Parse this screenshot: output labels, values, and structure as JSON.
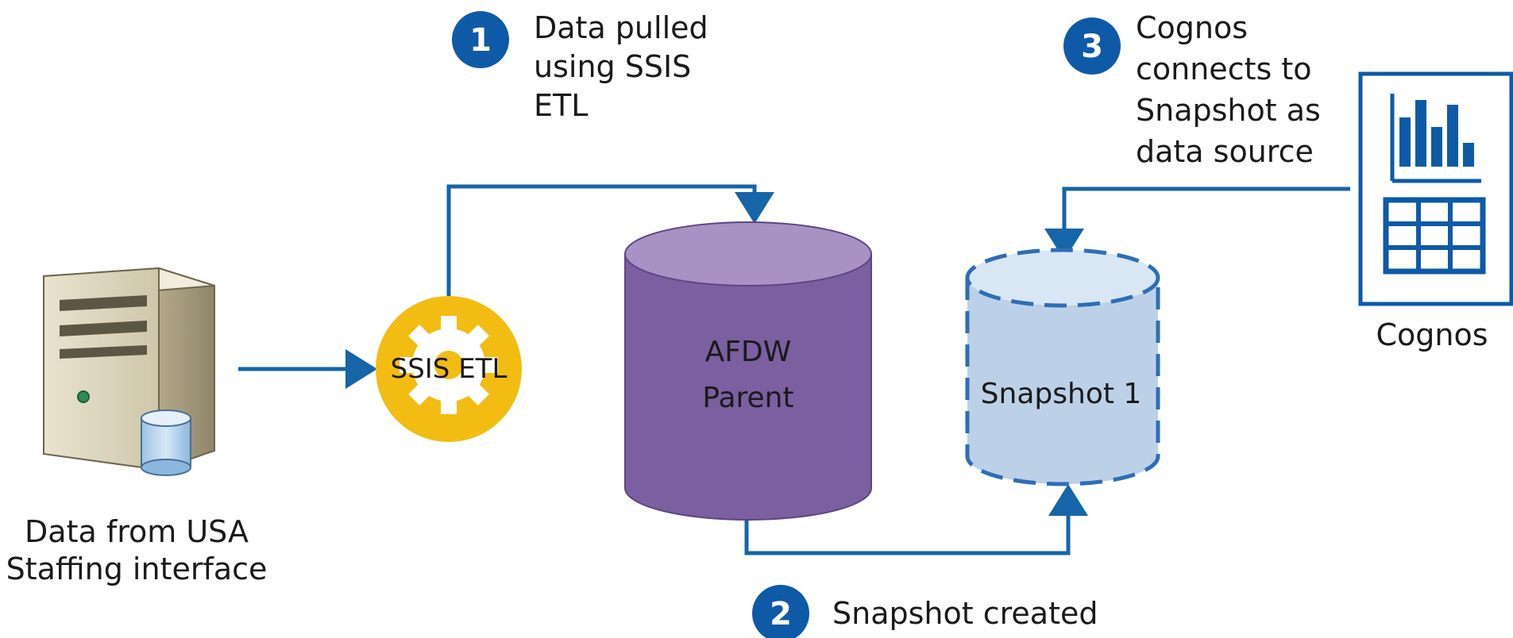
{
  "steps": [
    {
      "number": "1",
      "lines": [
        "Data pulled",
        "using SSIS",
        "ETL"
      ]
    },
    {
      "number": "2",
      "lines": [
        "Snapshot created"
      ]
    },
    {
      "number": "3",
      "lines": [
        "Cognos",
        "connects to",
        "Snapshot as",
        "data source"
      ]
    }
  ],
  "nodes": {
    "source": {
      "label_lines": [
        "Data from USA",
        "Staffing interface"
      ]
    },
    "etl": {
      "label": "SSIS ETL"
    },
    "parent_db": {
      "label_lines": [
        "AFDW",
        "Parent"
      ]
    },
    "snapshot_db": {
      "label": "Snapshot 1"
    },
    "cognos": {
      "label": "Cognos"
    }
  },
  "colors": {
    "arrow": "#1565a8",
    "badge": "#0e5aa7",
    "etl_gear_fill": "#f3bc12",
    "parent_db_body": "#7b5fa0",
    "parent_db_top": "#a892c4",
    "snapshot_db_body": "#bcd1e8",
    "snapshot_db_border": "#2e6eb5",
    "cognos_icon": "#0e5aa7"
  },
  "icons": {
    "source": "server-with-database-icon",
    "etl": "gear-icon",
    "cognos": "report-chart-table-icon"
  }
}
